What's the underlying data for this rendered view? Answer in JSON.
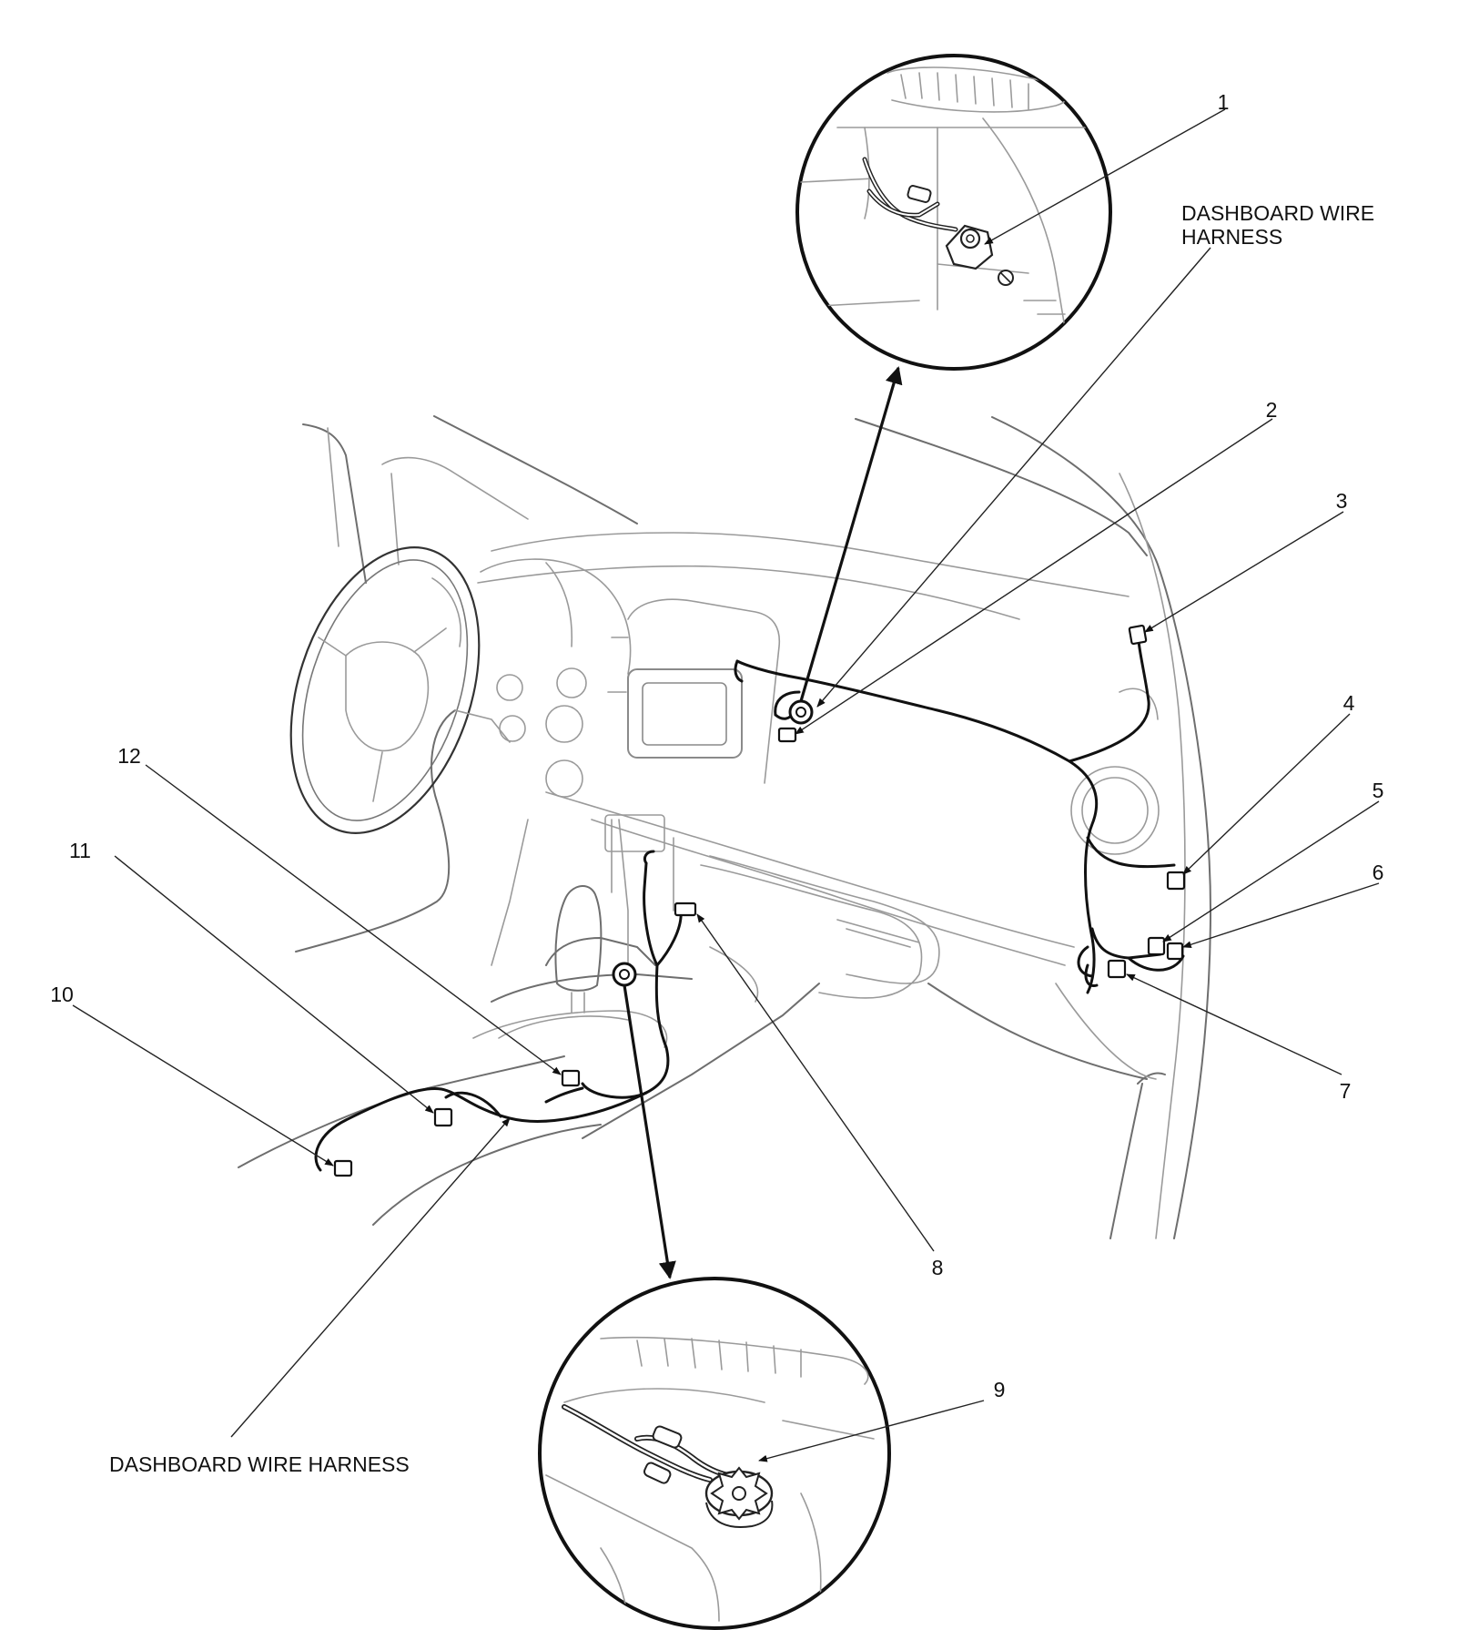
{
  "diagram": {
    "callouts": [
      {
        "id": "1",
        "text": "1"
      },
      {
        "id": "2",
        "text": "2"
      },
      {
        "id": "3",
        "text": "3"
      },
      {
        "id": "4",
        "text": "4"
      },
      {
        "id": "5",
        "text": "5"
      },
      {
        "id": "6",
        "text": "6"
      },
      {
        "id": "7",
        "text": "7"
      },
      {
        "id": "8",
        "text": "8"
      },
      {
        "id": "9",
        "text": "9"
      },
      {
        "id": "10",
        "text": "10"
      },
      {
        "id": "11",
        "text": "11"
      },
      {
        "id": "12",
        "text": "12"
      }
    ],
    "labels": {
      "harness_top_line1": "DASHBOARD WIRE",
      "harness_top_line2": "HARNESS",
      "harness_bottom": "DASHBOARD WIRE HARNESS"
    },
    "colors": {
      "ink": "#111111",
      "body_lines": "#9a9a9a",
      "background": "#ffffff"
    }
  }
}
